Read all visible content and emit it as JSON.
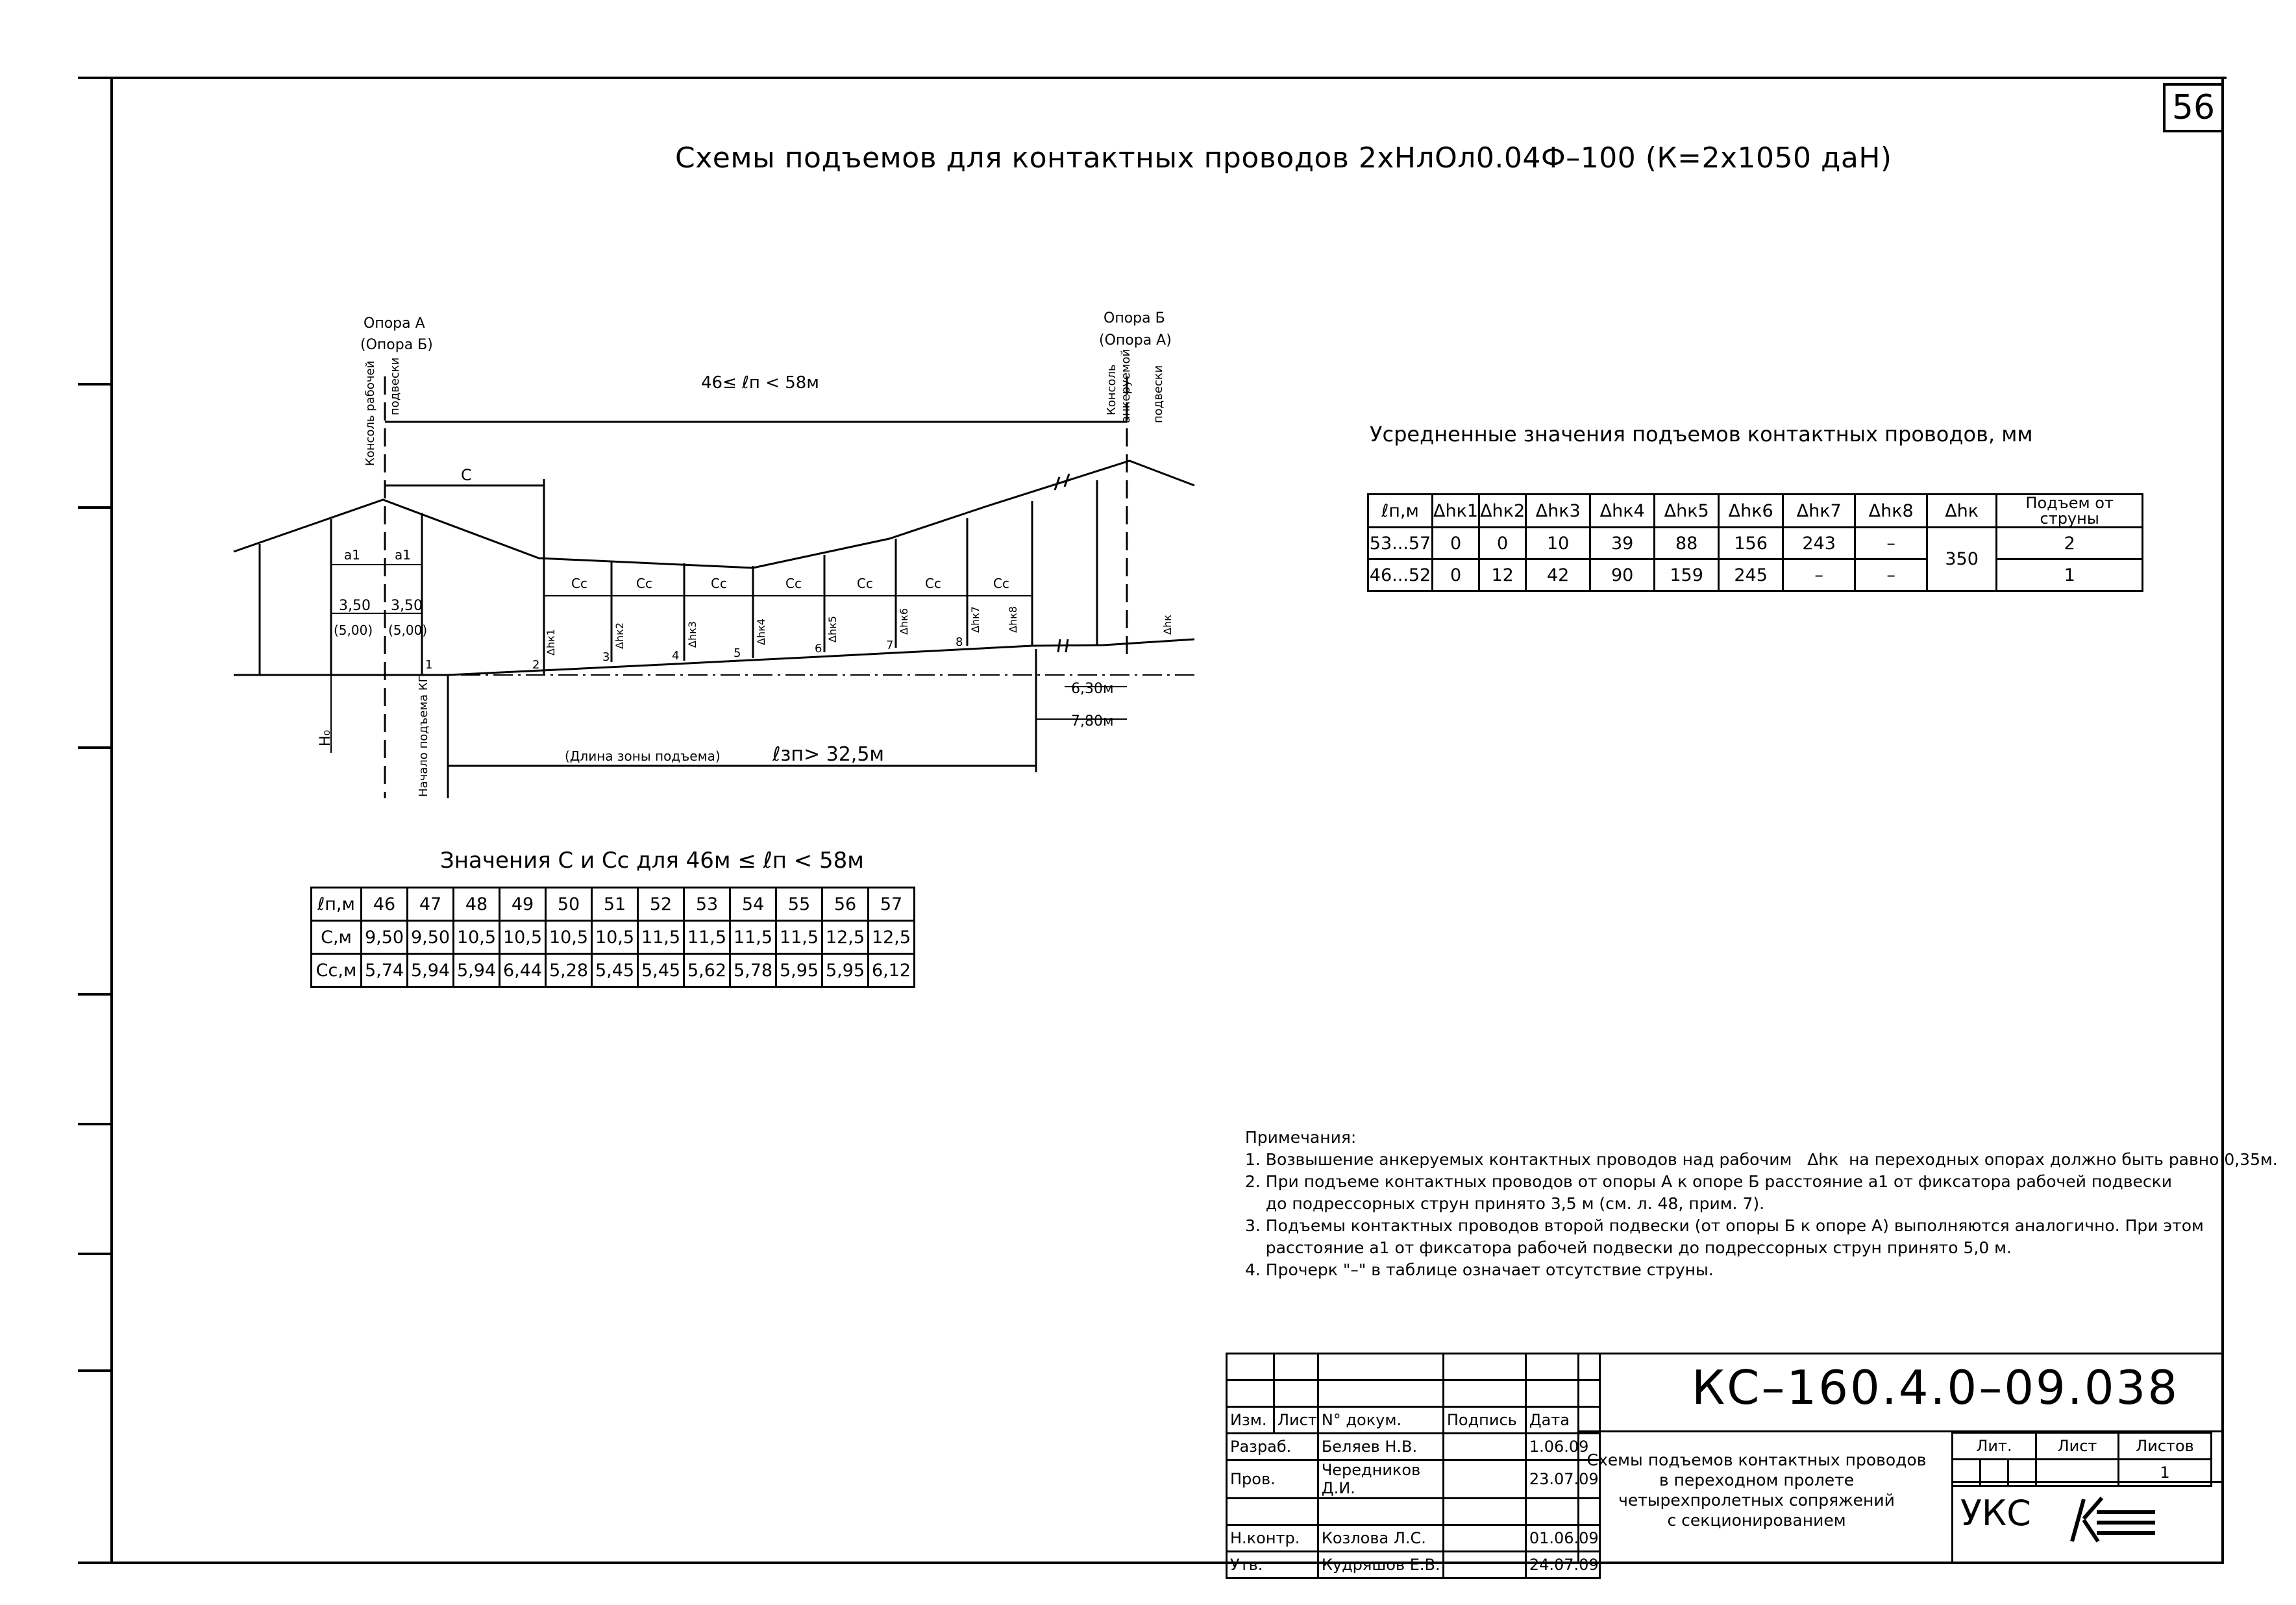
{
  "sheet_number": "56",
  "title": "Схемы подъемов для контактных проводов 2хНлОл0.04Ф–100 (К=2х1050 даН)",
  "diagram": {
    "support_a_line1": "Опора А",
    "support_a_line2": "(Опора Б)",
    "support_b_line1": "Опора Б",
    "support_b_line2": "(Опора А)",
    "working_console_line1": "Консоль рабочей",
    "working_console_line2": "подвески",
    "anchor_console_line1": "Консоль",
    "anchor_console_line2": "анкеруемой",
    "anchor_console_line3": "подвески",
    "span_label": "46≤ ℓп < 58м",
    "c_label": "С",
    "a1": "a1",
    "cc": "Сс",
    "h350": "3,50",
    "h500": "(5,00)",
    "lift_start": "Начало подъема КП",
    "h0": "H₀",
    "zone_length_text": "(Длина зоны подъема)",
    "zone_length_value": "ℓзп> 32,5м",
    "dim1": "6,30м",
    "dim2": "7,80м",
    "dh_labels": [
      "Δhк1",
      "Δhк2",
      "Δhк3",
      "Δhк4",
      "Δhк5",
      "Δhк6",
      "Δhк7",
      "Δhк8"
    ],
    "dhk": "Δhк",
    "point_numbers": [
      "1",
      "2",
      "3",
      "4",
      "5",
      "6",
      "7",
      "8"
    ]
  },
  "table_c": {
    "caption": "Значения С и Сс для 46м ≤ ℓп < 58м",
    "header": [
      "ℓп,м",
      "46",
      "47",
      "48",
      "49",
      "50",
      "51",
      "52",
      "53",
      "54",
      "55",
      "56",
      "57"
    ],
    "rows": [
      [
        "С,м",
        "9,50",
        "9,50",
        "10,5",
        "10,5",
        "10,5",
        "10,5",
        "11,5",
        "11,5",
        "11,5",
        "11,5",
        "12,5",
        "12,5"
      ],
      [
        "Сс,м",
        "5,74",
        "5,94",
        "5,94",
        "6,44",
        "5,28",
        "5,45",
        "5,45",
        "5,62",
        "5,78",
        "5,95",
        "5,95",
        "6,12"
      ]
    ]
  },
  "table_lift": {
    "caption": "Усредненные значения подъемов контактных проводов, мм",
    "header": [
      "ℓп,м",
      "Δhк1",
      "Δhк2",
      "Δhк3",
      "Δhк4",
      "Δhк5",
      "Δhк6",
      "Δhк7",
      "Δhк8",
      "Δhк",
      "Подъем от струны"
    ],
    "rows": [
      [
        "53...57",
        "0",
        "0",
        "10",
        "39",
        "88",
        "156",
        "243",
        "–",
        "350",
        "2"
      ],
      [
        "46...52",
        "0",
        "12",
        "42",
        "90",
        "159",
        "245",
        "–",
        "–",
        "",
        "1"
      ]
    ]
  },
  "notes": {
    "heading": "Примечания:",
    "n1": "1. Возвышение анкеруемых контактных проводов над рабочим   Δhк  на переходных опорах должно быть равно 0,35м.",
    "n2a": "2. При подъеме контактных проводов от опоры А к опоре Б расстояние а1 от фиксатора рабочей подвески",
    "n2b": "    до подрессорных струн принято 3,5 м (см. л. 48, прим. 7).",
    "n3a": "3. Подъемы контактных проводов второй подвески (от опоры Б к опоре А) выполняются аналогично. При этом",
    "n3b": "    расстояние а1 от фиксатора рабочей подвески до подрессорных струн принято 5,0 м.",
    "n4": "4. Прочерк \"–\" в таблице означает отсутствие струны."
  },
  "stamp": {
    "doc_code": "КС–160.4.0–09.038",
    "col_izm": "Изм.",
    "col_list": "Лист",
    "col_doc": "N° докум.",
    "col_sign": "Подпись",
    "col_date": "Дата",
    "role1": "Разраб.",
    "name1": "Беляев Н.В.",
    "date1": "1.06.09",
    "role2": "Пров.",
    "name2": "Чередников Д.И.",
    "date2": "23.07.09",
    "role3": "Н.контр.",
    "name3": "Козлова Л.С.",
    "date3": "01.06.09",
    "role4": "Утв.",
    "name4": "Кудряшов Е.В.",
    "date4": "24.07.09",
    "desc1": "Схемы подъемов контактных проводов",
    "desc2": "в переходном пролете",
    "desc3": "четырехпролетных сопряжений",
    "desc4": "с секционированием",
    "lit": "Лит.",
    "sheet": "Лист",
    "sheets": "Листов",
    "sheets_value": "1",
    "org": "УКС"
  }
}
